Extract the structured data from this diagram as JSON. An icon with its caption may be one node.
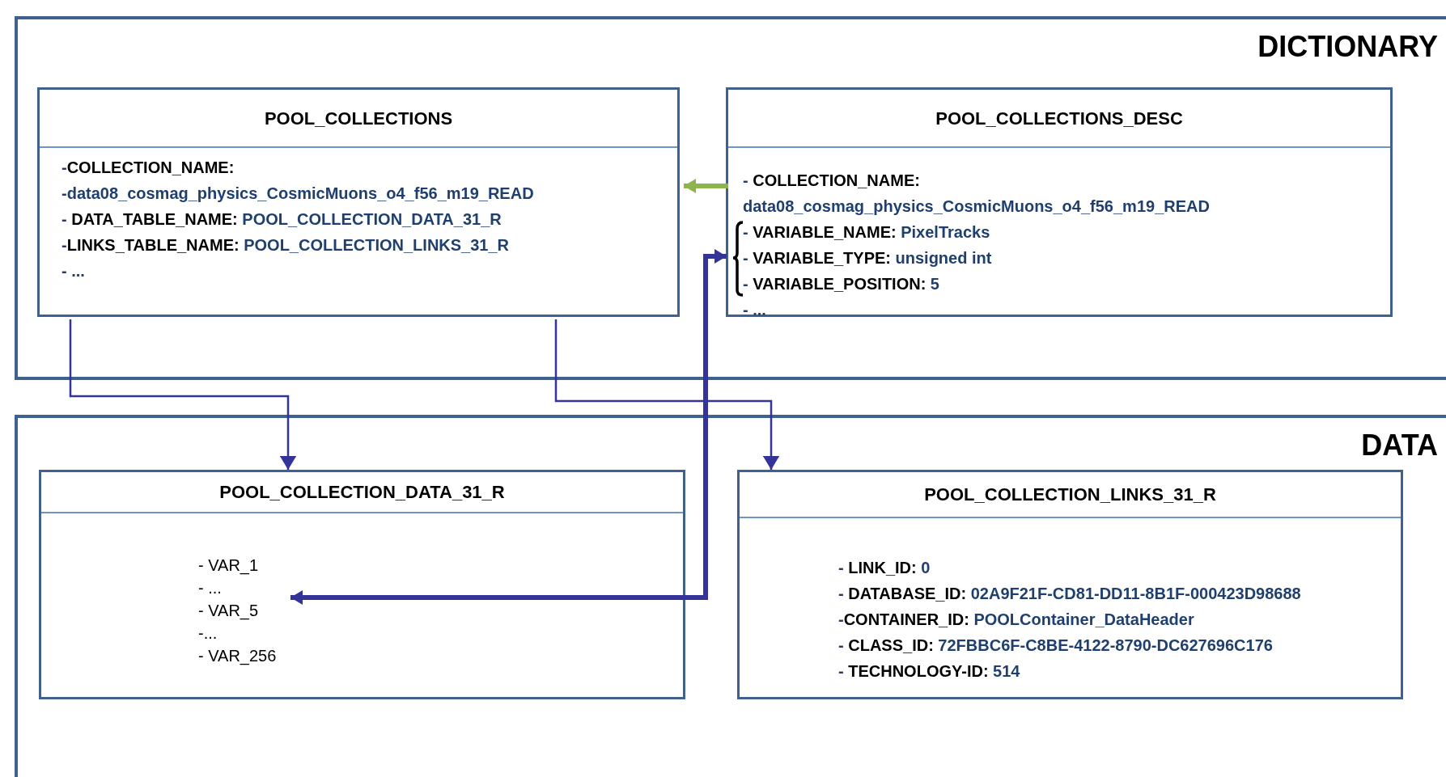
{
  "diagram": {
    "nodes": [
      {
        "text": [
          "DICTIONARY"
        ]
      },
      {
        "text": [
          "POOL_COLLECTIONS",
          "-**COLLECTION_NAME:**",
          "-data08_cosmag_physics_CosmicMuons_o4_f56_m19_READ",
          "- **DATA_TABLE_NAME:** POOL_COLLECTION_DATA_31_R",
          "-**LINKS_TABLE_NAME:** POOL_COLLECTION_LINKS_31_R",
          "- ..."
        ],
        "in": 0
      },
      {
        "text": [
          "POOL_COLLECTIONS_DESC",
          "- **COLLECTION_NAME:**",
          "data08_cosmag_physics_CosmicMuons_o4_f56_m19_READ",
          "- **VARIABLE_NAME:** PixelTracks",
          "- **VARIABLE_TYPE:** unsigned int",
          "- **VARIABLE_POSITION:** 5",
          "- ..."
        ],
        "in": 0
      },
      {
        "text": [
          "DATA"
        ]
      },
      {
        "text": [
          "POOL_COLLECTION_DATA_31_R",
          "- VAR_1",
          "- ...",
          "- VAR_5",
          "-...",
          "- VAR_256"
        ],
        "in": 3
      },
      {
        "text": [
          "POOL_COLLECTION_LINKS_31_R",
          "- **LINK_ID:** 0",
          "- **DATABASE_ID:** 02A9F21F-CD81-DD11-8B1F-000423D98688",
          "-**CONTAINER_ID:** POOLContainer_DataHeader",
          "- **CLASS_ID:** 72FBBC6F-C8BE-4122-8790-DC627696C176",
          "- **TECHNOLOGY-ID:** 514"
        ],
        "in": 3
      }
    ],
    "edges": [
      {
        "from": 1,
        "to": 4,
        "arrow": "to"
      },
      {
        "from": 1,
        "to": 5,
        "arrow": "to"
      },
      {
        "from": 2,
        "to": 1,
        "arrow": "to",
        "style": "thick",
        "color": "#8db54b"
      },
      {
        "from": 4,
        "to": 2,
        "arrow": "both",
        "style": "thick"
      }
    ]
  }
}
